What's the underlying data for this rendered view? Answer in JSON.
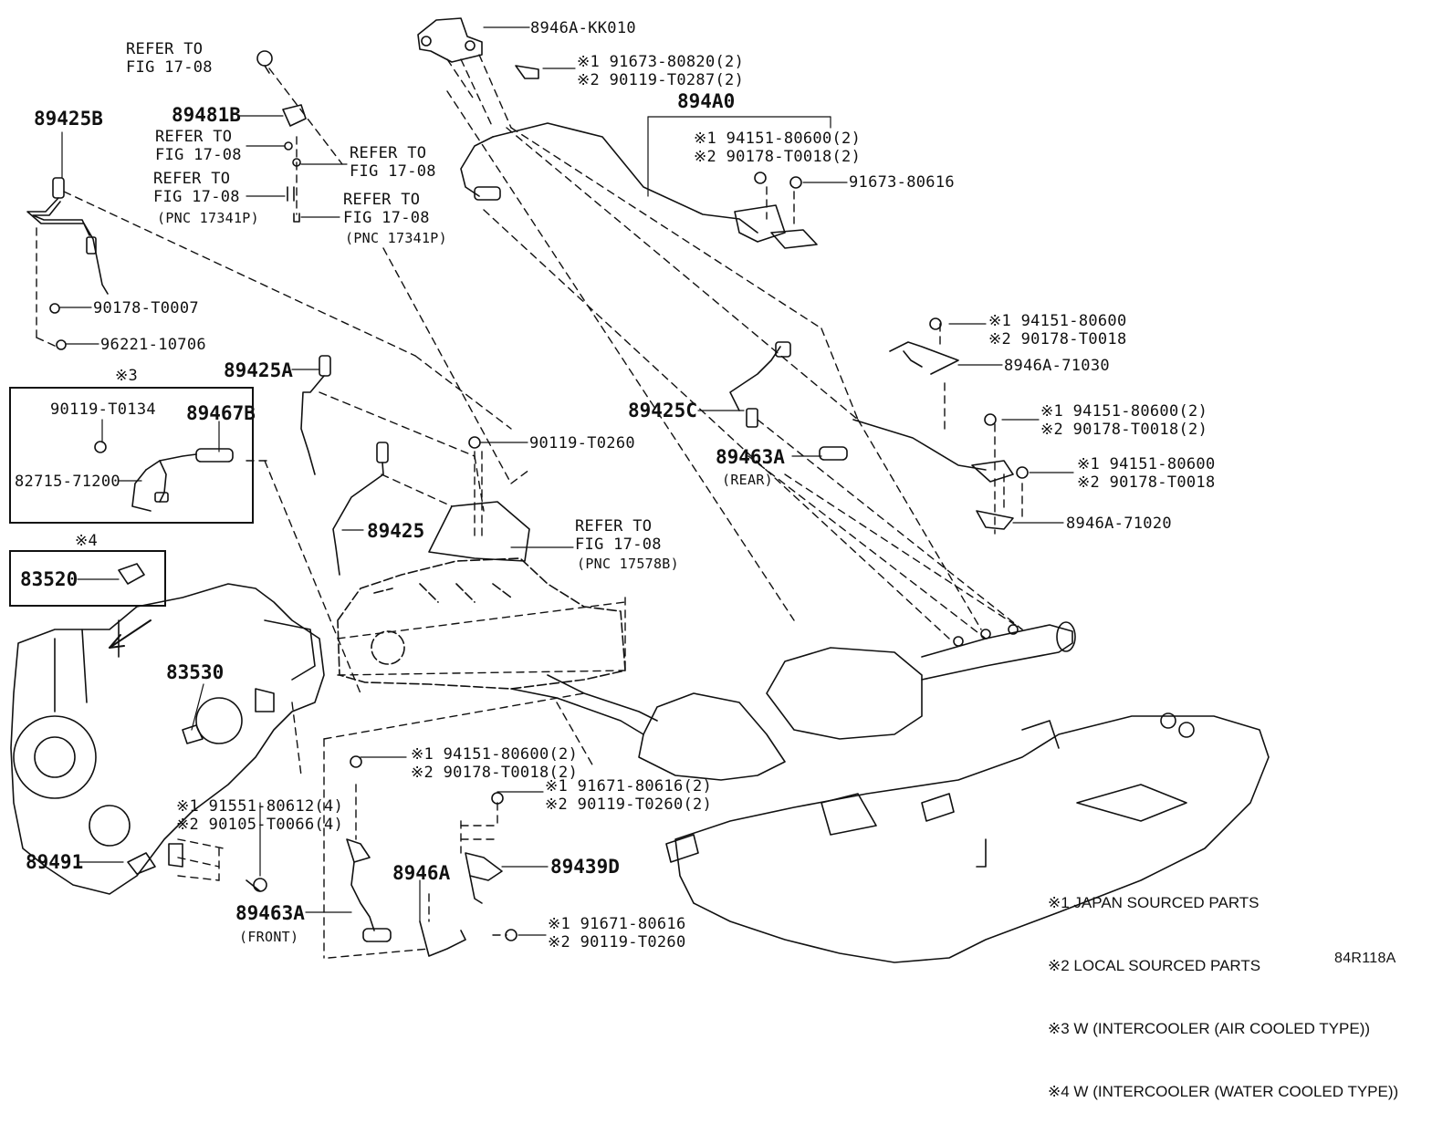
{
  "labels": {
    "refer_a": "REFER TO\nFIG 17-08",
    "p89425B": "89425B",
    "p89481B": "89481B",
    "refer_b": "REFER TO\nFIG 17-08",
    "refer_c": "REFER TO\nFIG 17-08",
    "refer_d": "REFER TO\nFIG 17-08",
    "pnc_a": "(PNC 17341P)",
    "refer_e": "REFER TO\nFIG 17-08",
    "pnc_b": "(PNC 17341P)",
    "p90178_T0007": "90178-T0007",
    "p96221_10706": "96221-10706",
    "p8946A_KK010": "8946A-KK010",
    "pair_91673": "※1 91673-80820(2)\n※2 90119-T0287(2)",
    "p894A0": "894A0",
    "pair_94151_top": "※1 94151-80600(2)\n※2 90178-T0018(2)",
    "p91673_80616": "91673-80616",
    "pair_94151_r1": "※1 94151-80600\n※2 90178-T0018",
    "p8946A_71030": "8946A-71030",
    "p89425C": "89425C",
    "pair_94151_r2": "※1 94151-80600(2)\n※2 90178-T0018(2)",
    "p89463A_rear": "89463A",
    "rear": "(REAR)",
    "pair_94151_r3": "※1 94151-80600\n※2 90178-T0018",
    "p8946A_71020": "8946A-71020",
    "note3": "※3",
    "p90119_T0134": "90119-T0134",
    "p89467B": "89467B",
    "p82715_71200": "82715-71200",
    "p89425A": "89425A",
    "p90119_T0260": "90119-T0260",
    "p89425": "89425",
    "refer_f": "REFER TO\nFIG 17-08",
    "pnc_c": "(PNC 17578B)",
    "note4": "※4",
    "p83520": "83520",
    "p83530": "83530",
    "pair_94151_low": "※1 94151-80600(2)\n※2 90178-T0018(2)",
    "pair_91671_a": "※1 91671-80616(2)\n※2 90119-T0260(2)",
    "pair_91551": "※1 91551-80612(4)\n※2 90105-T0066(4)",
    "p89491": "89491",
    "p8946A": "8946A",
    "p89439D": "89439D",
    "p89463A_front": "89463A",
    "front": "(FRONT)",
    "pair_91671_b": "※1 91671-80616\n※2 90119-T0260",
    "code": "84R118A"
  },
  "legend": [
    "※1 JAPAN SOURCED PARTS",
    "※2 LOCAL SOURCED PARTS",
    "※3 W (INTERCOOLER (AIR COOLED TYPE))",
    "※4 W (INTERCOOLER (WATER COOLED TYPE))"
  ]
}
